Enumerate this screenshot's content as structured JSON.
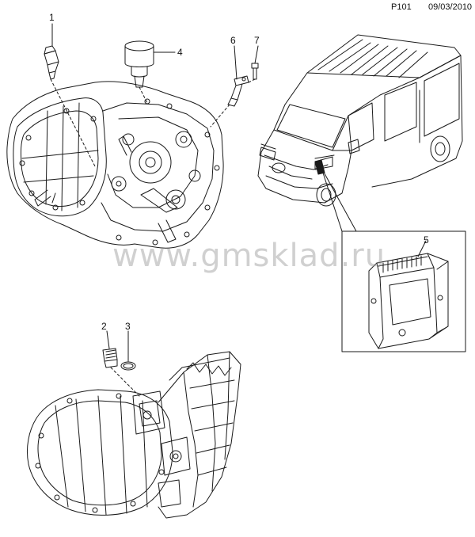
{
  "header": {
    "page_code": "P101",
    "date": "09/03/2010"
  },
  "watermark": "www.gmsklad.ru",
  "callouts": [
    {
      "id": "1",
      "label": "1"
    },
    {
      "id": "2",
      "label": "2"
    },
    {
      "id": "3",
      "label": "3"
    },
    {
      "id": "4",
      "label": "4"
    },
    {
      "id": "5",
      "label": "5"
    },
    {
      "id": "6",
      "label": "6"
    },
    {
      "id": "7",
      "label": "7"
    }
  ],
  "colors": {
    "line": "#1a1a1a",
    "watermark": "#969696",
    "background": "#ffffff"
  }
}
